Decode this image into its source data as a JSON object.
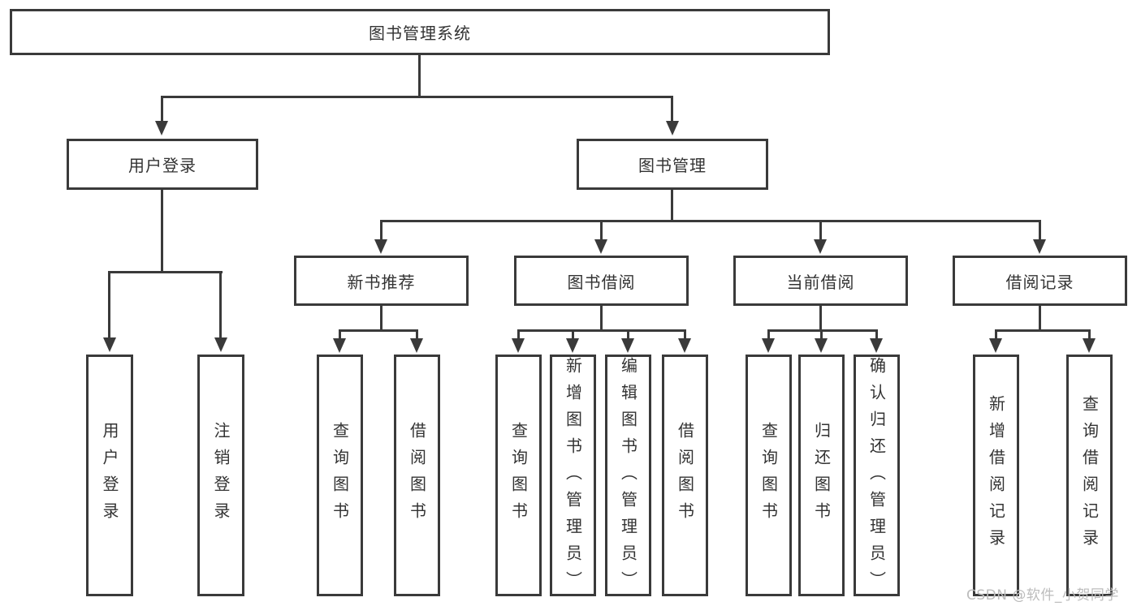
{
  "diagram": {
    "title_node": "图书管理系统",
    "tree": {
      "root": "图书管理系统",
      "children": [
        {
          "label": "用户登录",
          "children": [
            "用户登录",
            "注销登录"
          ]
        },
        {
          "label": "图书管理",
          "children": [
            {
              "label": "新书推荐",
              "children": [
                "查询图书",
                "借阅图书"
              ]
            },
            {
              "label": "图书借阅",
              "children": [
                "查询图书",
                "新增图书（管理员）",
                "编辑图书（管理员）",
                "借阅图书"
              ]
            },
            {
              "label": "当前借阅",
              "children": [
                "查询图书",
                "归还图书",
                "确认归还（管理员）"
              ]
            },
            {
              "label": "借阅记录",
              "children": [
                "新增借阅记录",
                "查询借阅记录"
              ]
            }
          ]
        }
      ]
    },
    "colors": {
      "line": "#3a3a3a",
      "box_border": "#3a3a3a",
      "box_fill": "#ffffff",
      "text": "#333333",
      "watermark": "#bcbcbc"
    }
  },
  "watermark": {
    "text": "CSDN @软件_小贺同学"
  }
}
